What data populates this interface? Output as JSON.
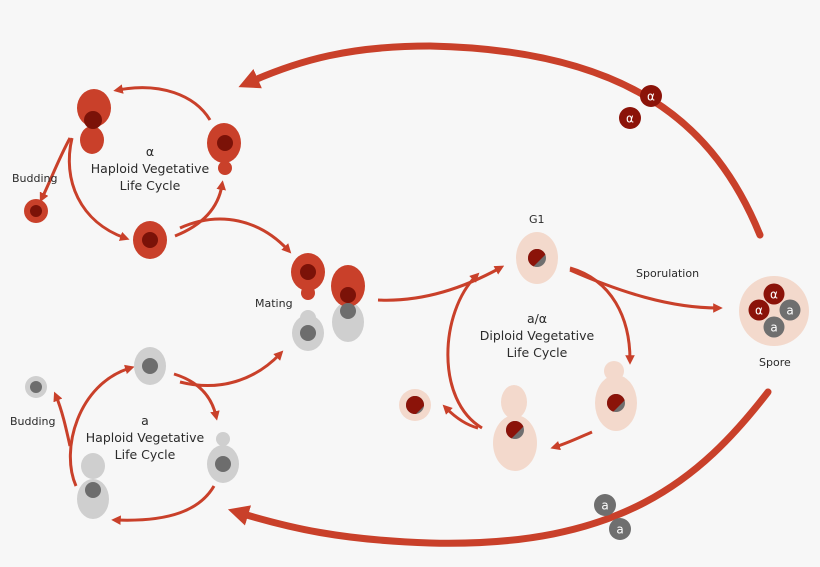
{
  "labels": {
    "alpha_cycle": [
      "α",
      "Haploid Vegetative",
      "Life Cycle"
    ],
    "a_cycle": [
      "a",
      "Haploid Vegetative",
      "Life Cycle"
    ],
    "diploid_cycle": [
      "a/α",
      "Diploid Vegetative",
      "Life Cycle"
    ],
    "budding_top": "Budding",
    "budding_bottom": "Budding",
    "mating": "Mating",
    "g1": "G1",
    "sporulation": "Sporulation",
    "spore": "Spore"
  },
  "glyphs": {
    "alpha": "α",
    "a": "a"
  },
  "colors": {
    "arrow": "#c9402a",
    "alpha_cell": "#c9402a",
    "alpha_nucleus": "#7b1208",
    "a_cell": "#cfcfcf",
    "a_nucleus": "#6d6d6d",
    "diploid_cell": "#f3d9cc",
    "spore_alpha": "#8b1309",
    "spore_a": "#6f6f6f"
  }
}
